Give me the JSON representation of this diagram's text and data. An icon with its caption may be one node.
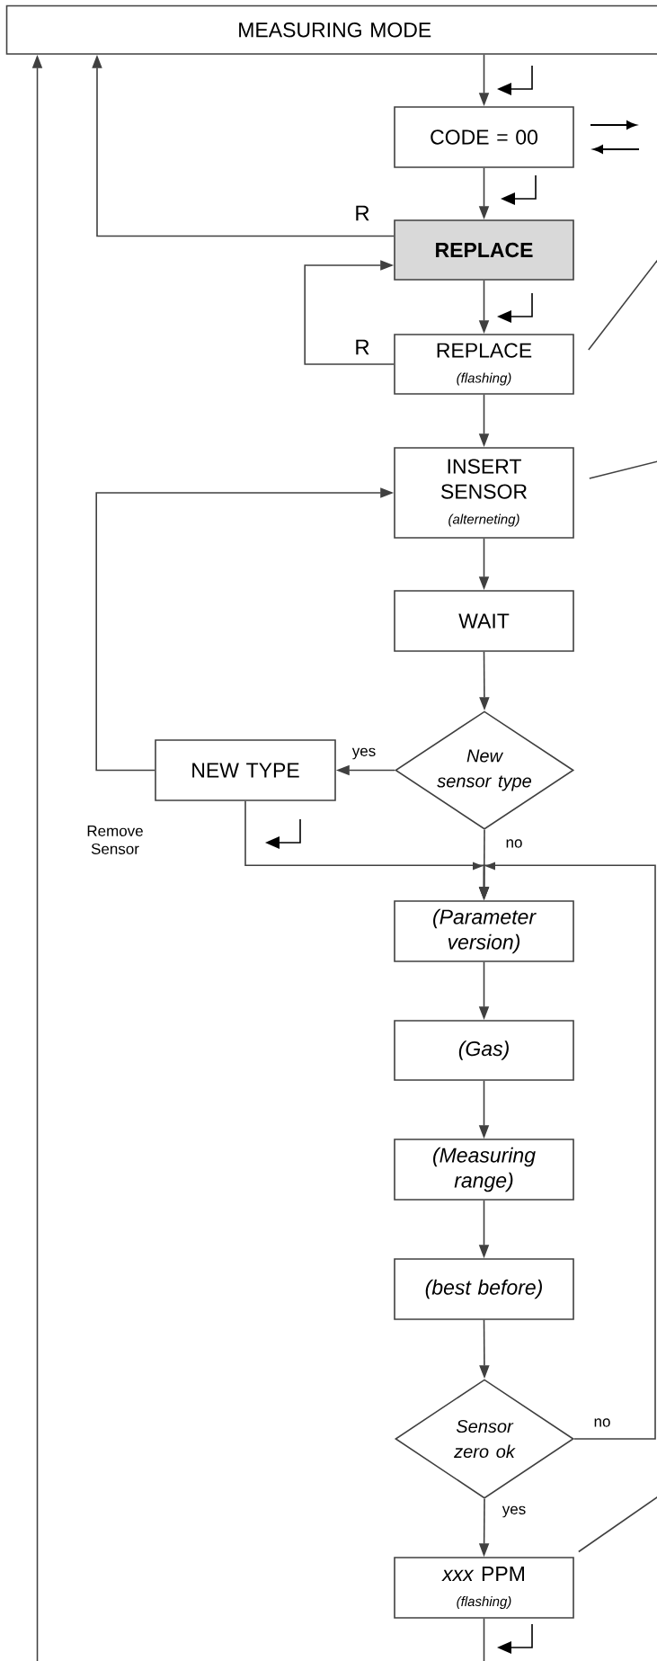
{
  "diagram": {
    "nodes": [
      {
        "text": [
          "MEASURING MODE"
        ]
      },
      {
        "text": [
          "CODE = 00"
        ]
      },
      {
        "text": [
          "REPLACE"
        ]
      },
      {
        "text": [
          "REPLACE",
          "(flashing)"
        ]
      },
      {
        "text": [
          "INSERT SENSOR",
          "(alterneting)"
        ]
      },
      {
        "text": [
          "WAIT"
        ]
      },
      {
        "text": [
          "New sensor type"
        ]
      },
      {
        "text": [
          "NEW TYPE"
        ]
      },
      {
        "text": [
          "(Parameter version)"
        ]
      },
      {
        "text": [
          "(Gas)"
        ]
      },
      {
        "text": [
          "(Measuring range)"
        ]
      },
      {
        "text": [
          "(best before)"
        ]
      },
      {
        "text": [
          "Sensor zero ok"
        ]
      },
      {
        "text": [
          "*xxx* PPM",
          "(flashing)"
        ]
      }
    ],
    "edges": [
      {
        "from": 0,
        "to": 1,
        "arrow": "to"
      },
      {
        "from": 1,
        "to": 2,
        "arrow": "to"
      },
      {
        "from": 2,
        "to": 3,
        "arrow": "to"
      },
      {
        "from": 2,
        "to": 0,
        "arrow": "to",
        "label": "R"
      },
      {
        "from": 3,
        "to": 2,
        "arrow": "to",
        "label": "R"
      },
      {
        "from": 3,
        "to": 4,
        "arrow": "to"
      },
      {
        "from": 4,
        "to": 5,
        "arrow": "to"
      },
      {
        "from": 5,
        "to": 6,
        "arrow": "to"
      },
      {
        "from": 6,
        "to": 7,
        "arrow": "to",
        "label": "yes"
      },
      {
        "from": 7,
        "to": 4,
        "arrow": "to"
      },
      {
        "from": 6,
        "to": 8,
        "arrow": "to",
        "label": "no"
      },
      {
        "from": 7,
        "to": 8,
        "arrow": "to"
      },
      {
        "from": 8,
        "to": 9,
        "arrow": "to"
      },
      {
        "from": 9,
        "to": 10,
        "arrow": "to"
      },
      {
        "from": 10,
        "to": 11,
        "arrow": "to"
      },
      {
        "from": 11,
        "to": 12,
        "arrow": "to"
      },
      {
        "from": 12,
        "to": 13,
        "arrow": "to",
        "label": "yes"
      },
      {
        "from": 12,
        "to": 8,
        "arrow": "to",
        "label": "no"
      },
      {
        "from": 13,
        "to": null,
        "arrow": "none"
      },
      {
        "from": null,
        "to": 0,
        "arrow": "to"
      },
      {
        "from": 3,
        "to": null,
        "arrow": "none"
      },
      {
        "from": 4,
        "to": null,
        "arrow": "none"
      },
      {
        "from": 13,
        "to": null,
        "arrow": "none"
      }
    ],
    "labels": [
      "Remove Sensor"
    ]
  }
}
